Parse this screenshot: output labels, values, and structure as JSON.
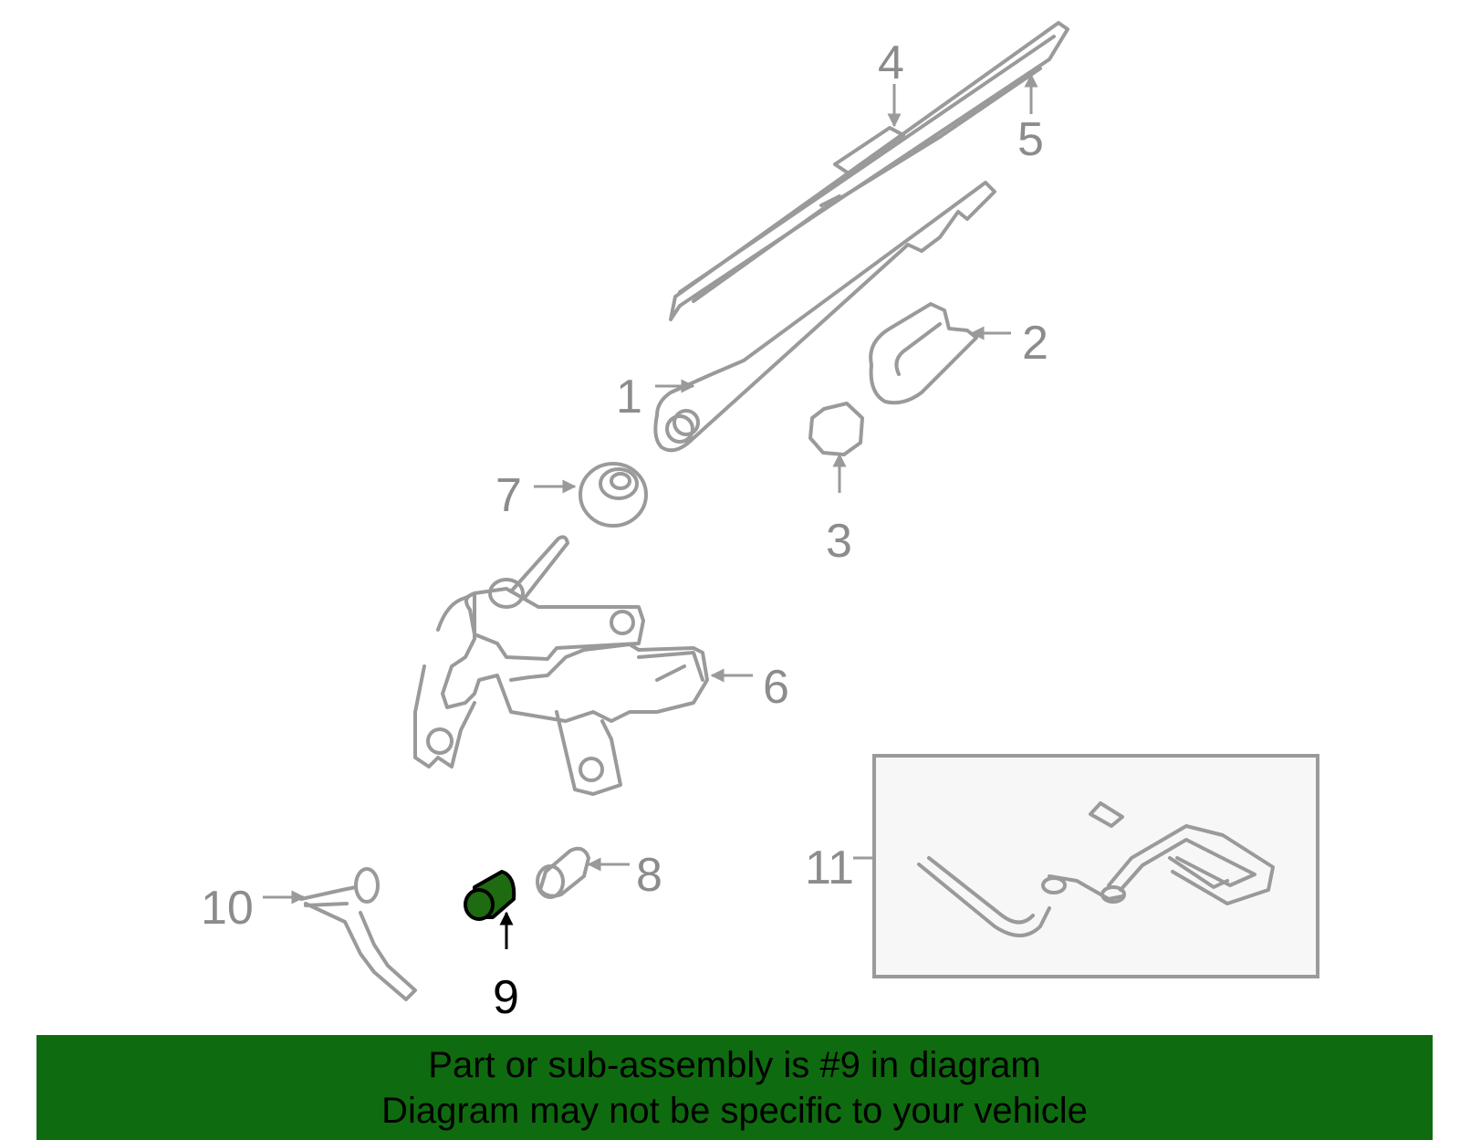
{
  "callouts": [
    {
      "number": "1"
    },
    {
      "number": "2"
    },
    {
      "number": "3"
    },
    {
      "number": "4"
    },
    {
      "number": "5"
    },
    {
      "number": "6"
    },
    {
      "number": "7"
    },
    {
      "number": "8"
    },
    {
      "number": "9"
    },
    {
      "number": "10"
    },
    {
      "number": "11"
    }
  ],
  "highlight_part": "9",
  "colors": {
    "line_art": "#9a9a9a",
    "highlight_fill": "#1e6b12",
    "banner_background": "#0f6b0f",
    "inset_background": "#f7f7f7"
  },
  "banner": {
    "line1": "Part or sub-assembly is #9 in diagram",
    "line2": "Diagram may not be specific to your vehicle"
  }
}
